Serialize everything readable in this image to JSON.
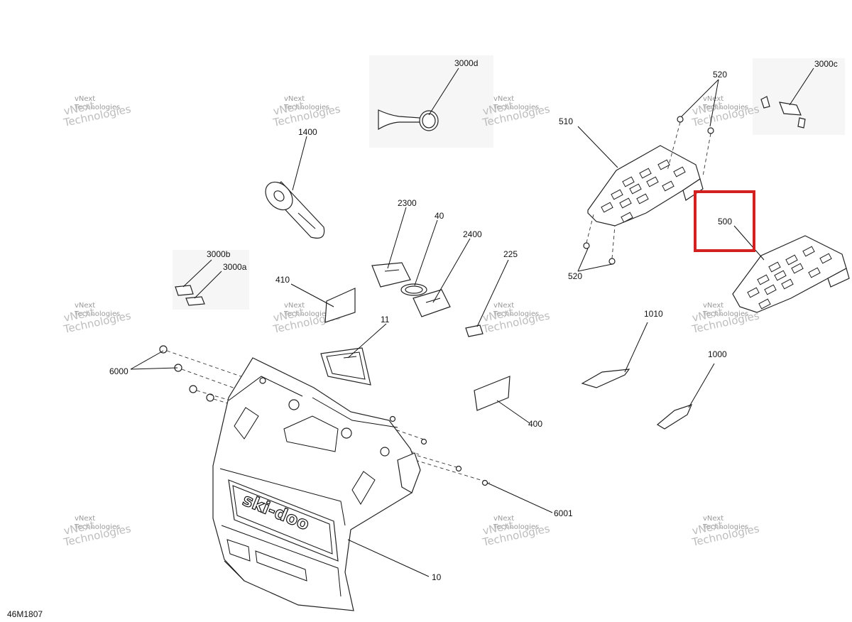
{
  "diagram_code": "46M1807",
  "watermark": {
    "line1": "vNext",
    "line2": "Technologies"
  },
  "hood_brand_text": "ski-doo",
  "highlight_color": "#d32020",
  "callouts": [
    {
      "id": "3000d",
      "label": "3000d"
    },
    {
      "id": "520a",
      "label": "520"
    },
    {
      "id": "3000c",
      "label": "3000c"
    },
    {
      "id": "510",
      "label": "510"
    },
    {
      "id": "1400",
      "label": "1400"
    },
    {
      "id": "2300",
      "label": "2300"
    },
    {
      "id": "40",
      "label": "40"
    },
    {
      "id": "2400",
      "label": "2400"
    },
    {
      "id": "500",
      "label": "500"
    },
    {
      "id": "225",
      "label": "225"
    },
    {
      "id": "520b",
      "label": "520"
    },
    {
      "id": "3000b",
      "label": "3000b"
    },
    {
      "id": "3000a",
      "label": "3000a"
    },
    {
      "id": "410",
      "label": "410"
    },
    {
      "id": "11",
      "label": "11"
    },
    {
      "id": "1010",
      "label": "1010"
    },
    {
      "id": "1000",
      "label": "1000"
    },
    {
      "id": "6000",
      "label": "6000"
    },
    {
      "id": "400",
      "label": "400"
    },
    {
      "id": "6001",
      "label": "6001"
    },
    {
      "id": "10",
      "label": "10"
    }
  ]
}
